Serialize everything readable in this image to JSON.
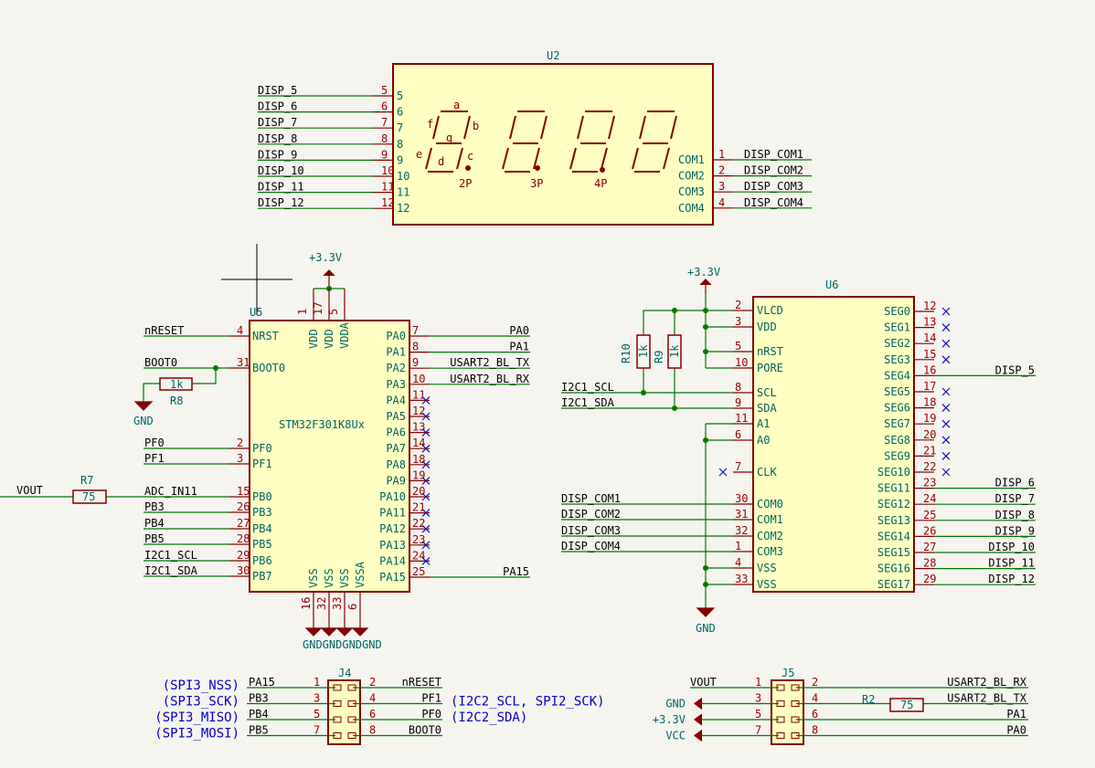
{
  "u2": {
    "ref": "U2",
    "pins_left": [
      {
        "name": "5",
        "num": "5",
        "net": "DISP_5"
      },
      {
        "name": "6",
        "num": "6",
        "net": "DISP_6"
      },
      {
        "name": "7",
        "num": "7",
        "net": "DISP_7"
      },
      {
        "name": "8",
        "num": "8",
        "net": "DISP_8"
      },
      {
        "name": "9",
        "num": "9",
        "net": "DISP_9"
      },
      {
        "name": "10",
        "num": "10",
        "net": "DISP_10"
      },
      {
        "name": "11",
        "num": "11",
        "net": "DISP_11"
      },
      {
        "name": "12",
        "num": "12",
        "net": "DISP_12"
      }
    ],
    "pins_right": [
      {
        "name": "COM1",
        "num": "1",
        "net": "DISP_COM1"
      },
      {
        "name": "COM2",
        "num": "2",
        "net": "DISP_COM2"
      },
      {
        "name": "COM3",
        "num": "3",
        "net": "DISP_COM3"
      },
      {
        "name": "COM4",
        "num": "4",
        "net": "DISP_COM4"
      }
    ],
    "segment_labels": [
      "a",
      "b",
      "c",
      "d",
      "e",
      "f",
      "g"
    ],
    "dp_labels": [
      "2P",
      "3P",
      "4P"
    ]
  },
  "u5": {
    "ref": "U5",
    "value": "STM32F301K8Ux",
    "power_label": "+3.3V",
    "top_pins": [
      {
        "name": "VDD",
        "num": "1"
      },
      {
        "name": "VDD",
        "num": "17"
      },
      {
        "name": "VDDA",
        "num": "5"
      }
    ],
    "bottom_pins": [
      {
        "name": "VSS",
        "num": "16"
      },
      {
        "name": "VSS",
        "num": "32"
      },
      {
        "name": "VSS",
        "num": "33"
      },
      {
        "name": "VSSA",
        "num": "6"
      }
    ],
    "gnd_label": "GNDGNDGNDGND",
    "pins_left": [
      {
        "name": "NRST",
        "num": "4",
        "net": "nRESET"
      },
      {
        "name": "BOOT0",
        "num": "31",
        "net": "BOOT0"
      },
      {
        "name": "PF0",
        "num": "2",
        "net": "PF0"
      },
      {
        "name": "PF1",
        "num": "3",
        "net": "PF1"
      },
      {
        "name": "PB0",
        "num": "15",
        "net": "ADC_IN11"
      },
      {
        "name": "PB3",
        "num": "26",
        "net": "PB3"
      },
      {
        "name": "PB4",
        "num": "27",
        "net": "PB4"
      },
      {
        "name": "PB5",
        "num": "28",
        "net": "PB5"
      },
      {
        "name": "PB6",
        "num": "29",
        "net": "I2C1_SCL"
      },
      {
        "name": "PB7",
        "num": "30",
        "net": "I2C1_SDA"
      }
    ],
    "pins_right": [
      {
        "name": "PA0",
        "num": "7",
        "net": "PA0"
      },
      {
        "name": "PA1",
        "num": "8",
        "net": "PA1"
      },
      {
        "name": "PA2",
        "num": "9",
        "net": "USART2_BL_TX"
      },
      {
        "name": "PA3",
        "num": "10",
        "net": "USART2_BL_RX"
      },
      {
        "name": "PA4",
        "num": "11",
        "net": ""
      },
      {
        "name": "PA5",
        "num": "12",
        "net": ""
      },
      {
        "name": "PA6",
        "num": "13",
        "net": ""
      },
      {
        "name": "PA7",
        "num": "14",
        "net": ""
      },
      {
        "name": "PA8",
        "num": "18",
        "net": ""
      },
      {
        "name": "PA9",
        "num": "19",
        "net": ""
      },
      {
        "name": "PA10",
        "num": "20",
        "net": ""
      },
      {
        "name": "PA11",
        "num": "21",
        "net": ""
      },
      {
        "name": "PA12",
        "num": "22",
        "net": ""
      },
      {
        "name": "PA13",
        "num": "23",
        "net": ""
      },
      {
        "name": "PA14",
        "num": "24",
        "net": ""
      },
      {
        "name": "PA15",
        "num": "25",
        "net": "PA15"
      }
    ]
  },
  "r8": {
    "ref": "R8",
    "value": "1k",
    "gnd": "GND"
  },
  "r7": {
    "ref": "R7",
    "value": "75",
    "net": "VOUT"
  },
  "u6": {
    "ref": "U6",
    "power_label": "+3.3V",
    "gnd_label": "GND",
    "pins_left": [
      {
        "name": "VLCD",
        "num": "2",
        "net": ""
      },
      {
        "name": "VDD",
        "num": "3",
        "net": ""
      },
      {
        "name": "nRST",
        "num": "5",
        "net": ""
      },
      {
        "name": "PORE",
        "num": "10",
        "net": ""
      },
      {
        "name": "SCL",
        "num": "8",
        "net": "I2C1_SCL"
      },
      {
        "name": "SDA",
        "num": "9",
        "net": "I2C1_SDA"
      },
      {
        "name": "A1",
        "num": "11",
        "net": ""
      },
      {
        "name": "A0",
        "num": "6",
        "net": ""
      },
      {
        "name": "CLK",
        "num": "7",
        "net": ""
      },
      {
        "name": "COM0",
        "num": "30",
        "net": "DISP_COM1"
      },
      {
        "name": "COM1",
        "num": "31",
        "net": "DISP_COM2"
      },
      {
        "name": "COM2",
        "num": "32",
        "net": "DISP_COM3"
      },
      {
        "name": "COM3",
        "num": "1",
        "net": "DISP_COM4"
      },
      {
        "name": "VSS",
        "num": "4",
        "net": ""
      },
      {
        "name": "VSS",
        "num": "33",
        "net": ""
      }
    ],
    "pins_right": [
      {
        "name": "SEG0",
        "num": "12",
        "net": ""
      },
      {
        "name": "SEG1",
        "num": "13",
        "net": ""
      },
      {
        "name": "SEG2",
        "num": "14",
        "net": ""
      },
      {
        "name": "SEG3",
        "num": "15",
        "net": ""
      },
      {
        "name": "SEG4",
        "num": "16",
        "net": "DISP_5"
      },
      {
        "name": "SEG5",
        "num": "17",
        "net": ""
      },
      {
        "name": "SEG6",
        "num": "18",
        "net": ""
      },
      {
        "name": "SEG7",
        "num": "19",
        "net": ""
      },
      {
        "name": "SEG8",
        "num": "20",
        "net": ""
      },
      {
        "name": "SEG9",
        "num": "21",
        "net": ""
      },
      {
        "name": "SEG10",
        "num": "22",
        "net": ""
      },
      {
        "name": "SEG11",
        "num": "23",
        "net": "DISP_6"
      },
      {
        "name": "SEG12",
        "num": "24",
        "net": "DISP_7"
      },
      {
        "name": "SEG13",
        "num": "25",
        "net": "DISP_8"
      },
      {
        "name": "SEG14",
        "num": "26",
        "net": "DISP_9"
      },
      {
        "name": "SEG15",
        "num": "27",
        "net": "DISP_10"
      },
      {
        "name": "SEG16",
        "num": "28",
        "net": "DISP_11"
      },
      {
        "name": "SEG17",
        "num": "29",
        "net": "DISP_12"
      }
    ]
  },
  "r10": {
    "ref": "R10",
    "value": "1k"
  },
  "r9": {
    "ref": "R9",
    "value": "1k"
  },
  "j4": {
    "ref": "J4",
    "rows": [
      {
        "note": "(SPI3_NSS)",
        "lnet": "PA15",
        "lnum": "1",
        "rnum": "2",
        "rnet": "nRESET",
        "rnote": ""
      },
      {
        "note": "(SPI3_SCK)",
        "lnet": "PB3",
        "lnum": "3",
        "rnum": "4",
        "rnet": "PF1",
        "rnote": "(I2C2_SCL, SPI2_SCK)"
      },
      {
        "note": "(SPI3_MISO)",
        "lnet": "PB4",
        "lnum": "5",
        "rnum": "6",
        "rnet": "PF0",
        "rnote": "(I2C2_SDA)"
      },
      {
        "note": "(SPI3_MOSI)",
        "lnet": "PB5",
        "lnum": "7",
        "rnum": "8",
        "rnet": "BOOT0",
        "rnote": ""
      }
    ]
  },
  "j5": {
    "ref": "J5",
    "rows": [
      {
        "lnet": "VOUT",
        "lnum": "1",
        "rnum": "2",
        "rnet": "USART2_BL_RX"
      },
      {
        "lnet": "GND",
        "lnum": "3",
        "rnum": "4",
        "rnet": "USART2_BL_TX"
      },
      {
        "lnet": "+3.3V",
        "lnum": "5",
        "rnum": "6",
        "rnet": "PA1"
      },
      {
        "lnet": "VCC",
        "lnum": "7",
        "rnum": "8",
        "rnet": "PA0"
      }
    ]
  },
  "r2": {
    "ref": "R2",
    "value": "75"
  }
}
